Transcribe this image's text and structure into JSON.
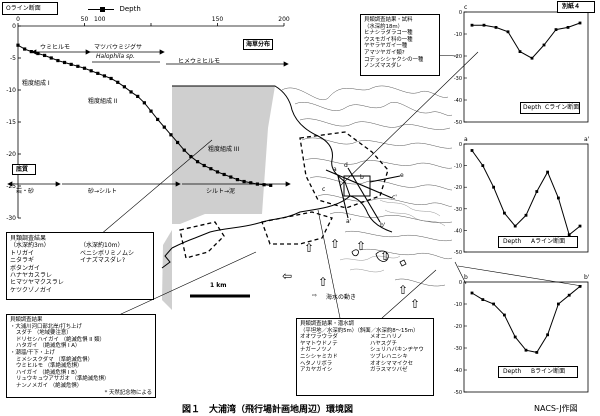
{
  "profile": {
    "header_box": "Oライン断面",
    "legend": "Depth",
    "x_ticks": [
      "0",
      "50",
      "100",
      "150",
      "200"
    ],
    "y_ticks": [
      "0",
      "-5",
      "-10",
      "-15",
      "-20",
      "-25",
      "-30"
    ],
    "seaweed_label": "海草分布",
    "seaweed_zones": [
      "ウミヒルモ",
      "マツバウミジグサ",
      "Halophila sp.",
      "ヒメウミヒルモ"
    ],
    "sediment_zones": [
      "粗度組成 I",
      "粗度組成 II",
      "粗度組成 III"
    ],
    "bottom_label": "底質",
    "bottom_zones": [
      "岩・砂",
      "砂→シルト",
      "シルト→泥"
    ],
    "chart_data": {
      "type": "line",
      "x": [
        0,
        5,
        10,
        15,
        20,
        25,
        30,
        35,
        40,
        45,
        50,
        55,
        60,
        65,
        70,
        75,
        80,
        85,
        90,
        95,
        100,
        105,
        110,
        115,
        120,
        125,
        130,
        135,
        140,
        145,
        150,
        155,
        160,
        165,
        170,
        175,
        180,
        185,
        190
      ],
      "values": [
        -3,
        -3.6,
        -4,
        -4.3,
        -4.6,
        -5,
        -5.4,
        -5.7,
        -6,
        -6.3,
        -6.6,
        -7,
        -7.4,
        -7.8,
        -8.2,
        -8.8,
        -9.5,
        -10.3,
        -11,
        -12,
        -13.3,
        -14.6,
        -15.8,
        -17,
        -18.2,
        -19.4,
        -20.4,
        -21.2,
        -21.8,
        -22.3,
        -22.8,
        -23.2,
        -23.6,
        -24,
        -24.3,
        -24.5,
        -24.7,
        -24.8,
        -24.9
      ],
      "xlim": [
        0,
        200
      ],
      "ylim": [
        -30,
        0
      ]
    }
  },
  "shellfish_box": {
    "title": "貝類調査結果",
    "col1_header": "（水深約3m）",
    "col1": [
      "トリガイ",
      "ニタラギ",
      "ボタンガイ",
      "ハナヤカスラレ",
      "ヒマツヤマクスラレ",
      "ケツクゾノガイ"
    ],
    "col2_header": "（水深約10m）",
    "col2": [
      "ベニシボリミノムシ",
      "イナズマスダレ?"
    ]
  },
  "survey_box": {
    "title": "貝類調査結果",
    "line1": "・大浦川河口部北岸/打ち上げ",
    "items1": [
      "スダチ （地域要注意）",
      "ドリセシハイガイ （絶滅危惧 II 類）",
      "ハタガイ （絶滅危惧 I A）"
    ],
    "line2": "・潮溜/干下・上げ",
    "items2": [
      "ミメシスクダマ （準絶滅危惧）",
      "ウミヒルモ （準絶滅危惧）",
      "ハイガイ （絶滅危惧 I B）",
      "リュウキュウアサガオ （準絶滅危惧）",
      "ナンノメガイ （絶滅危惧）"
    ],
    "note": "* 天然記念物による"
  },
  "diving_box": {
    "title": "貝類調査結果・潜水調",
    "subtitle": "（平坦地／水深約5m）（斜面／水深約8〜15m）",
    "col1": [
      "オオワラウラダ",
      "ヤマトウドノテ",
      "ナガーノツノ",
      "ニシシャミカド",
      "ヘタノリボラ",
      "アカヤガイシ"
    ],
    "col2": [
      "メオニハリノ",
      "ハヤスグチ",
      "シュリハバキンヂヤウ",
      "ツブレハニシキ",
      "オオシママイクセ",
      "ガラスマツバゼ"
    ]
  },
  "topright_box": {
    "title": "貝類調査結果・試料",
    "subtitle": "（水深約18m）",
    "items": [
      "ヒナシラダラコ一種",
      "ウスモガイ科の一種",
      "ヤヤラヤガイ一種",
      "アマツヤガイ類?",
      "コデッシシャクシの一種",
      "ノンズマスダレ"
    ]
  },
  "map": {
    "points": [
      "a",
      "a'",
      "b",
      "b'",
      "c",
      "c'",
      "d",
      "e"
    ],
    "scale_label": "1 km",
    "current_label": "海水の動き"
  },
  "small_charts": {
    "c_label": "Cライン断面",
    "a_label": "Aライン断面",
    "b_label": "Bライン断面",
    "series": "Depth",
    "y_ticks": [
      "0",
      "-10",
      "-20",
      "-30",
      "-40",
      "-50"
    ],
    "c_ends": [
      "c",
      "c'"
    ],
    "a_ends": [
      "a",
      "a'"
    ],
    "b_ends": [
      "b",
      "b'"
    ],
    "c_depth": [
      -6,
      -6,
      -7,
      -9,
      -18,
      -21,
      -15,
      -8,
      -7,
      -5
    ],
    "a_depth": [
      -3,
      -10,
      -20,
      -32,
      -38,
      -33,
      -22,
      -13,
      -25,
      -42,
      -38
    ],
    "b_depth": [
      -5,
      -8,
      -10,
      -15,
      -25,
      -31,
      -32,
      -24,
      -10,
      -6,
      -2
    ]
  },
  "caption": "図１　大浦湾（飛行場計画地周辺）環境図",
  "credit": "NACS-J作図",
  "badge": "別紙４"
}
